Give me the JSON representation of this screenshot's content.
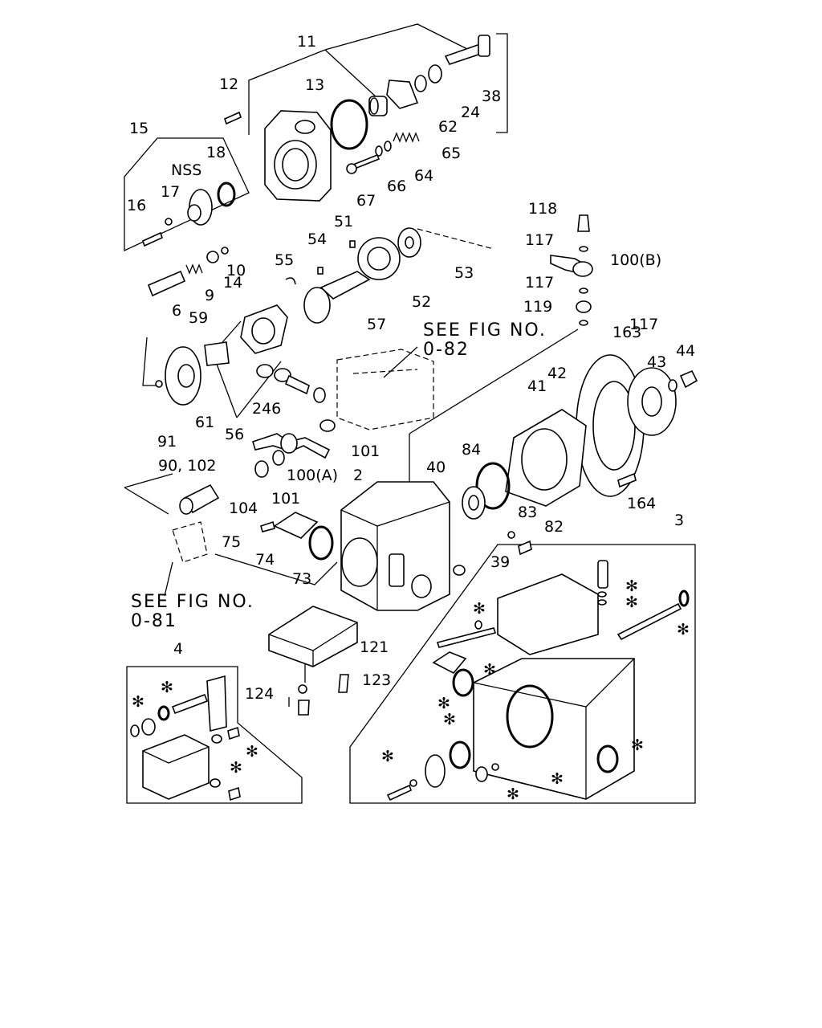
{
  "labels": {
    "l11": "11",
    "l12": "12",
    "l13": "13",
    "l15": "15",
    "l18": "18",
    "lNSS": "NSS",
    "l16": "16",
    "l17": "17",
    "l38": "38",
    "l24": "24",
    "l62": "62",
    "l65": "65",
    "l64": "64",
    "l66": "66",
    "l67": "67",
    "l10": "10",
    "l14": "14",
    "l9": "9",
    "l6": "6",
    "l55": "55",
    "l54": "54",
    "l51": "51",
    "l53": "53",
    "l52": "52",
    "l57": "57",
    "l118": "118",
    "l117a": "117",
    "l100b": "100(B)",
    "l117b": "117",
    "l119": "119",
    "l117c": "117",
    "l59": "59",
    "l61": "61",
    "l91": "91",
    "l56": "56",
    "l246": "246",
    "l163": "163",
    "l43": "43",
    "l44": "44",
    "l42": "42",
    "l41": "41",
    "l101a": "101",
    "l90": "90, 102",
    "l104": "104",
    "l101b": "101",
    "l100a": "100(A)",
    "l2": "2",
    "l40": "40",
    "l84": "84",
    "l164": "164",
    "l83": "83",
    "l82": "82",
    "l75": "75",
    "l74": "74",
    "l73": "73",
    "l39": "39",
    "l3": "3",
    "l121": "121",
    "l4": "4",
    "l124": "124",
    "l123": "123"
  },
  "references": {
    "fig82_line1": "SEE FIG NO.",
    "fig82_line2": "0-82",
    "fig81_line1": "SEE FIG NO.",
    "fig81_line2": "0-81"
  },
  "kit_marker": "✻"
}
